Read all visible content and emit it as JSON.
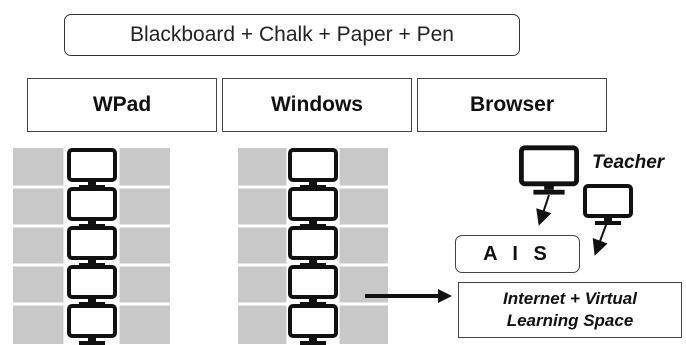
{
  "top_box": {
    "label": "Blackboard + Chalk + Paper  + Pen"
  },
  "columns": [
    {
      "label": "WPad"
    },
    {
      "label": "Windows"
    },
    {
      "label": "Browser"
    }
  ],
  "teacher": {
    "label": "Teacher"
  },
  "ais": {
    "label": "A I S"
  },
  "internet": {
    "line1": "Internet + Virtual",
    "line2": "Learning Space"
  },
  "colors": {
    "grid_fill": "#c8c8c8",
    "grid_line": "#ffffff",
    "monitor": "#111111"
  }
}
